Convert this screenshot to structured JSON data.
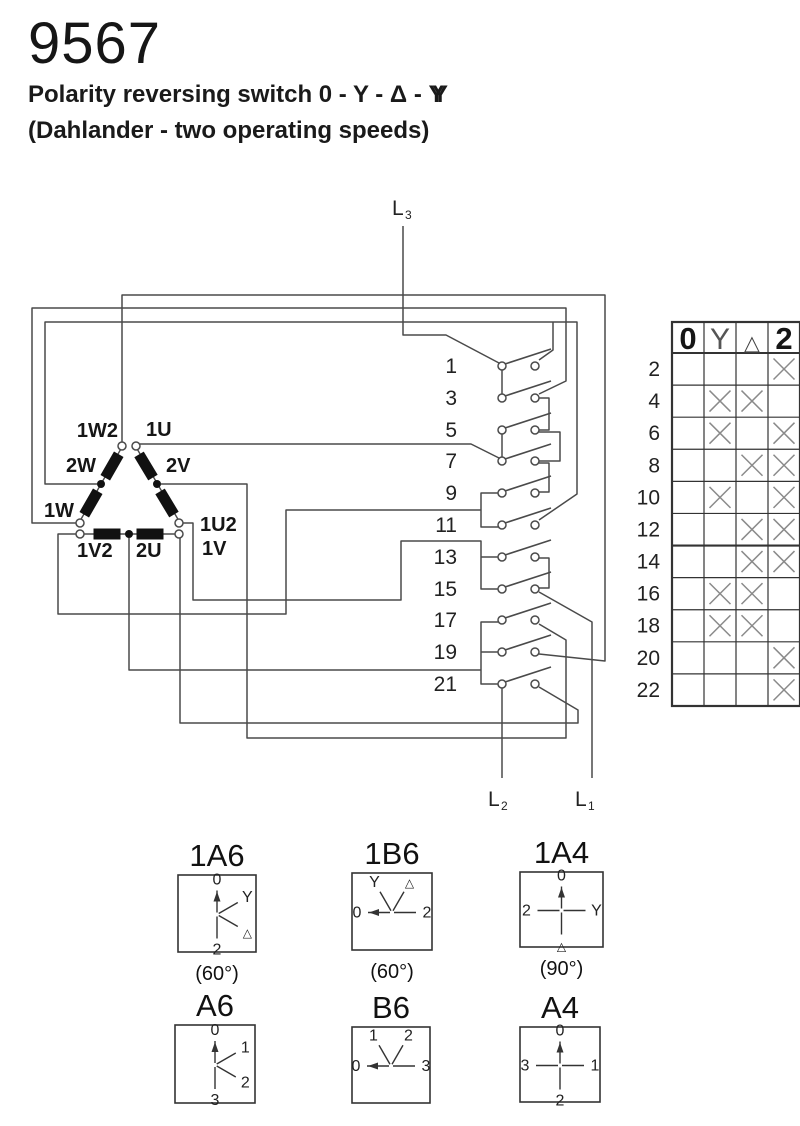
{
  "header": {
    "code": "9567",
    "subtitle_line1": "Polarity reversing switch 0 - Y - Δ - ",
    "symbol_yy": "Y",
    "subtitle_line2": "(Dahlander - two operating speeds)"
  },
  "circuit": {
    "line_top": {
      "base": "L",
      "sub": "3"
    },
    "line_bottom_left": {
      "base": "L",
      "sub": "2"
    },
    "line_bottom_right": {
      "base": "L",
      "sub": "1"
    },
    "contact_numbers": [
      "1",
      "3",
      "5",
      "7",
      "9",
      "11",
      "13",
      "15",
      "17",
      "19",
      "21"
    ],
    "winding_labels": {
      "apex_left": "1W2",
      "apex_right": "1U",
      "left_upper": "2W",
      "right_upper": "2V",
      "bottom_left": "1W",
      "bottom_right_upper": "1U2",
      "bottom_right_lower": "1V",
      "bottom_seg_left": "1V2",
      "bottom_seg_right": "2U"
    }
  },
  "switch_table": {
    "columns": [
      "0",
      "Y",
      "△",
      "2"
    ],
    "rows": [
      {
        "label": "2",
        "marks": [
          0,
          0,
          0,
          1
        ]
      },
      {
        "label": "4",
        "marks": [
          0,
          1,
          1,
          0
        ]
      },
      {
        "label": "6",
        "marks": [
          0,
          1,
          0,
          1
        ]
      },
      {
        "label": "8",
        "marks": [
          0,
          0,
          1,
          1
        ]
      },
      {
        "label": "10",
        "marks": [
          0,
          1,
          0,
          1
        ]
      },
      {
        "label": "12",
        "marks": [
          0,
          0,
          1,
          1
        ]
      },
      {
        "label": "14",
        "marks": [
          0,
          0,
          1,
          1
        ]
      },
      {
        "label": "16",
        "marks": [
          0,
          1,
          1,
          0
        ]
      },
      {
        "label": "18",
        "marks": [
          0,
          1,
          1,
          0
        ]
      },
      {
        "label": "20",
        "marks": [
          0,
          0,
          0,
          1
        ]
      },
      {
        "label": "22",
        "marks": [
          0,
          0,
          0,
          1
        ]
      }
    ]
  },
  "position_diagrams": [
    {
      "title": "1A6",
      "angle_label": "(60°)",
      "positions": [
        {
          "label": "0",
          "deg": 0,
          "arrow": true
        },
        {
          "label": "Y",
          "deg": 60
        },
        {
          "label": "△",
          "deg": 120
        },
        {
          "label": "2",
          "deg": 180
        }
      ]
    },
    {
      "title": "1B6",
      "angle_label": "(60°)",
      "positions": [
        {
          "label": "0",
          "deg": 270,
          "arrow": true
        },
        {
          "label": "Y",
          "deg": 330
        },
        {
          "label": "△",
          "deg": 30
        },
        {
          "label": "2",
          "deg": 90
        }
      ]
    },
    {
      "title": "1A4",
      "angle_label": "(90°)",
      "positions": [
        {
          "label": "0",
          "deg": 0,
          "arrow": true
        },
        {
          "label": "Y",
          "deg": 90
        },
        {
          "label": "△",
          "deg": 180
        },
        {
          "label": "2",
          "deg": 270
        }
      ]
    },
    {
      "title": "A6",
      "angle_label": "",
      "positions": [
        {
          "label": "0",
          "deg": 0,
          "arrow": true
        },
        {
          "label": "1",
          "deg": 60
        },
        {
          "label": "2",
          "deg": 120
        },
        {
          "label": "3",
          "deg": 180
        }
      ]
    },
    {
      "title": "B6",
      "angle_label": "",
      "positions": [
        {
          "label": "0",
          "deg": 270,
          "arrow": true
        },
        {
          "label": "1",
          "deg": 330
        },
        {
          "label": "2",
          "deg": 30
        },
        {
          "label": "3",
          "deg": 90
        }
      ]
    },
    {
      "title": "A4",
      "angle_label": "",
      "positions": [
        {
          "label": "0",
          "deg": 0,
          "arrow": true
        },
        {
          "label": "1",
          "deg": 90
        },
        {
          "label": "2",
          "deg": 180
        },
        {
          "label": "3",
          "deg": 270
        }
      ]
    }
  ]
}
